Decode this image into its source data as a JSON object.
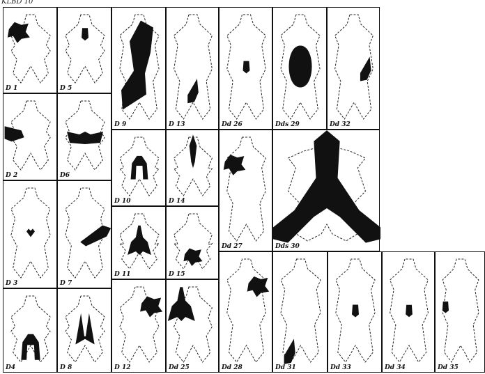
{
  "header": {
    "text": "KLBD 10"
  },
  "cells": [
    {
      "label": "D 1",
      "shape": "blob",
      "pos": "upper-left"
    },
    {
      "label": "D 2",
      "shape": "wings",
      "pos": "left"
    },
    {
      "label": "D 3",
      "shape": "heart",
      "pos": "center"
    },
    {
      "label": "D4",
      "shape": "arch",
      "pos": "lower-center"
    },
    {
      "label": "D 5",
      "shape": "small",
      "pos": "upper-center"
    },
    {
      "label": "D6",
      "shape": "butterfly",
      "pos": "center"
    },
    {
      "label": "D 7",
      "shape": "diag",
      "pos": "right"
    },
    {
      "label": "D 8",
      "shape": "pair",
      "pos": "center"
    },
    {
      "label": "D 9",
      "shape": "tall",
      "pos": "center"
    },
    {
      "label": "D 10",
      "shape": "arch",
      "pos": "center"
    },
    {
      "label": "D 11",
      "shape": "bust",
      "pos": "center"
    },
    {
      "label": "D 12",
      "shape": "blob",
      "pos": "upper-right"
    },
    {
      "label": "D 13",
      "shape": "tear",
      "pos": "lower-center"
    },
    {
      "label": "D 14",
      "shape": "spindle",
      "pos": "upper-center"
    },
    {
      "label": "D 15",
      "shape": "blob",
      "pos": "lower-center"
    },
    {
      "label": "Dd 25",
      "shape": "bust",
      "pos": "upper-left"
    },
    {
      "label": "Dd 26",
      "shape": "small",
      "pos": "center"
    },
    {
      "label": "Dd 27",
      "shape": "blob",
      "pos": "upper-left"
    },
    {
      "label": "Dd 28",
      "shape": "blob",
      "pos": "upper-right"
    },
    {
      "label": "Dds 29",
      "shape": "oval",
      "pos": "center"
    },
    {
      "label": "Dds 30",
      "shape": "figure",
      "pos": "center"
    },
    {
      "label": "Dd 31",
      "shape": "tear",
      "pos": "lower-left"
    },
    {
      "label": "Dd 32",
      "shape": "tear",
      "pos": "right"
    },
    {
      "label": "Dd 33",
      "shape": "small",
      "pos": "center"
    },
    {
      "label": "Dd 34",
      "shape": "small",
      "pos": "center"
    },
    {
      "label": "Dd 35",
      "shape": "small",
      "pos": "left"
    }
  ]
}
